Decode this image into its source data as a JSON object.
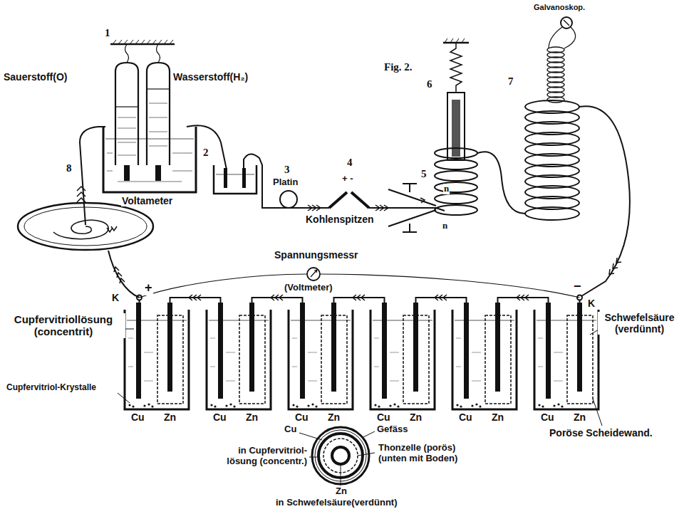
{
  "diagram": {
    "labels": [
      "Fig. 2.",
      "1",
      "Sauerstoff(O)",
      "Wasserstoff(H₂)",
      "Voltameter",
      "2",
      "3",
      "Platin",
      "4",
      "+ -",
      "Kohlenspitzen",
      "5",
      "n",
      "n",
      "6",
      "Galvanoskop.",
      "7",
      "8",
      "Spannungsmessr",
      "(Voltmeter)",
      "K",
      "+",
      "−",
      "K",
      "Cupfervitriollösung (concentrit)",
      "Cupfervitriol-Krystalle",
      "Cu",
      "Zn",
      "Cu",
      "Zn",
      "Cu",
      "Zn",
      "Cu",
      "Zn",
      "Cu",
      "Zn",
      "Cu",
      "Zn",
      "Schwefelsäure (verdünnt)",
      "Poröse Scheidewand.",
      "Cu",
      "in Cupfervitriol- lösung (concentr.)",
      "Gefäss",
      "Thonzelle (porös) (unten mit Boden)",
      "Zn",
      "in Schwefelsäure(verdünnt)"
    ]
  }
}
